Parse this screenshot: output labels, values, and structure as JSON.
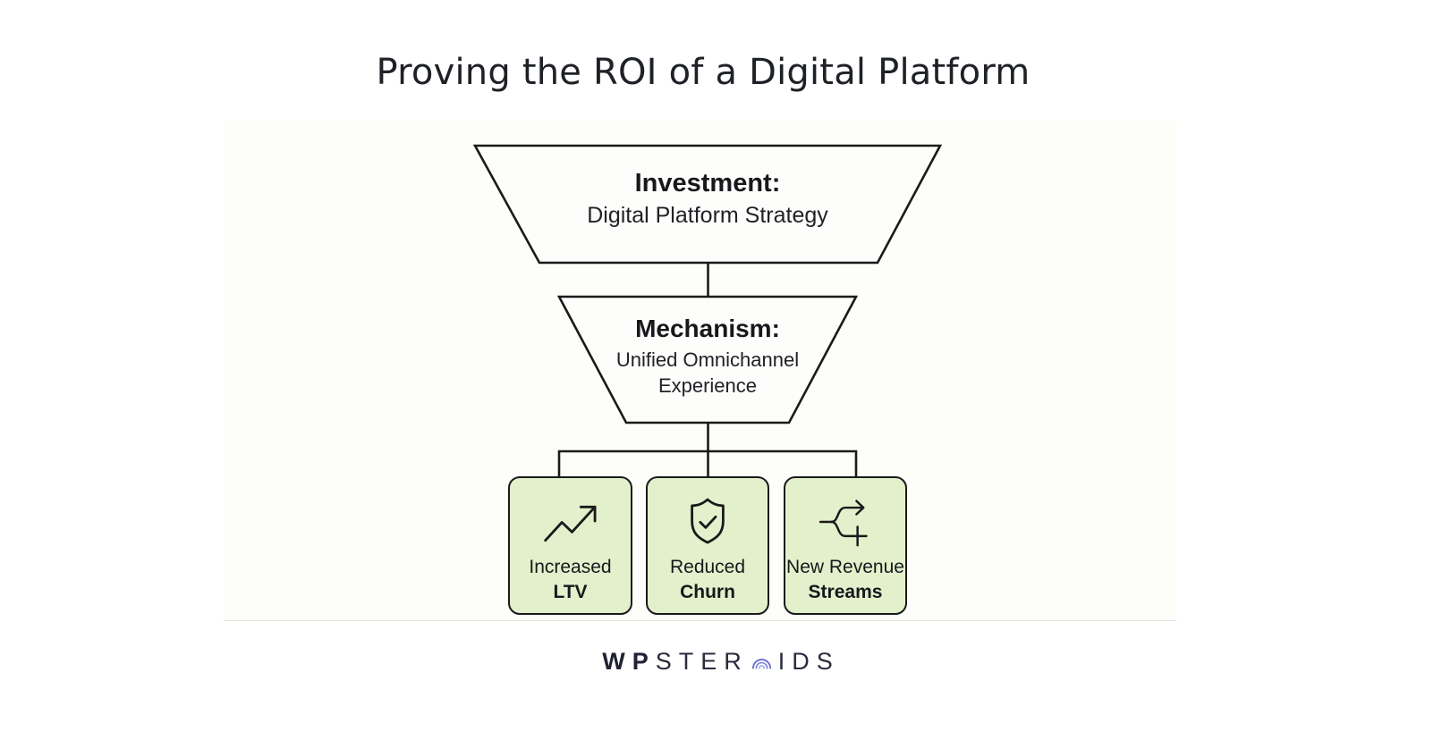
{
  "title": "Proving the ROI of a Digital Platform",
  "funnel": {
    "stage1": {
      "heading": "Investment:",
      "subheading": "Digital Platform Strategy"
    },
    "stage2": {
      "heading": "Mechanism:",
      "subheading": "Unified Omnichannel Experience"
    }
  },
  "outcomes": [
    {
      "icon": "trending-up-icon",
      "line1": "Increased",
      "line2": "LTV"
    },
    {
      "icon": "shield-check-icon",
      "line1": "Reduced",
      "line2": "Churn"
    },
    {
      "icon": "branch-plus-icon",
      "line1": "New Revenue",
      "line2": "Streams"
    }
  ],
  "logo": {
    "bold": "WP",
    "mid": "STER",
    "tail": "IDS",
    "o_icon": "concentric-arcs-icon"
  },
  "colors": {
    "background": "#ffffff",
    "panel": "#fdfdfa",
    "outcome_fill": "#e3f0cc",
    "line": "#1a1a1a",
    "text": "#17181c",
    "logo_accent": "#5b60d2"
  }
}
